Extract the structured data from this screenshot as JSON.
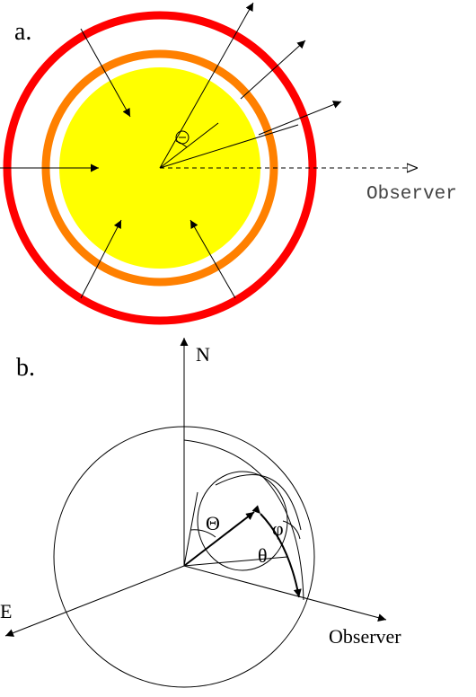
{
  "panel_a": {
    "label": "a.",
    "observer_label": "Observer",
    "angle_symbol": "Θ",
    "colors": {
      "outer_ring": "#ff0000",
      "inner_ring": "#ff8000",
      "core": "#ffff00"
    }
  },
  "panel_b": {
    "label": "b.",
    "north_label": "N",
    "east_label": "E",
    "observer_label": "Observer",
    "capital_theta": "Θ",
    "small_theta": "θ",
    "phi": "φ"
  }
}
